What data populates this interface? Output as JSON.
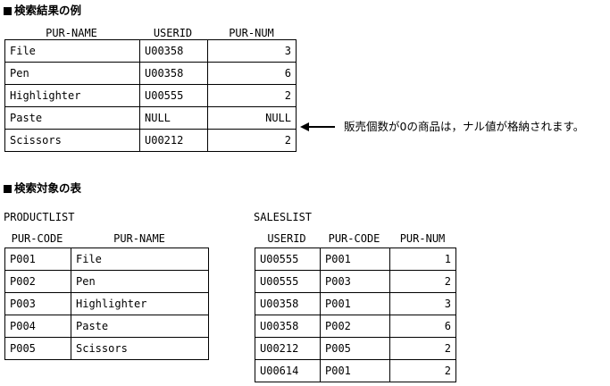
{
  "sections": {
    "result": {
      "heading": "検索結果の例",
      "marker_icon": "filled-square-bullet"
    },
    "source": {
      "heading": "検索対象の表",
      "marker_icon": "filled-square-bullet"
    }
  },
  "result_table": {
    "name": "",
    "columns": [
      "PUR-NAME",
      "USERID",
      "PUR-NUM"
    ],
    "rows": [
      {
        "pur_name": "File",
        "userid": "U00358",
        "pur_num": "3"
      },
      {
        "pur_name": "Pen",
        "userid": "U00358",
        "pur_num": "6"
      },
      {
        "pur_name": "Highlighter",
        "userid": "U00555",
        "pur_num": "2"
      },
      {
        "pur_name": "Paste",
        "userid": "NULL",
        "pur_num": "NULL"
      },
      {
        "pur_name": "Scissors",
        "userid": "U00212",
        "pur_num": "2"
      }
    ]
  },
  "annotation": {
    "arrow_icon": "left-arrow",
    "text": "販売個数が0の商品は，ナル値が格納されます。"
  },
  "productlist": {
    "name": "PRODUCTLIST",
    "columns": [
      "PUR-CODE",
      "PUR-NAME"
    ],
    "rows": [
      {
        "pur_code": "P001",
        "pur_name": "File"
      },
      {
        "pur_code": "P002",
        "pur_name": "Pen"
      },
      {
        "pur_code": "P003",
        "pur_name": "Highlighter"
      },
      {
        "pur_code": "P004",
        "pur_name": "Paste"
      },
      {
        "pur_code": "P005",
        "pur_name": "Scissors"
      }
    ]
  },
  "saleslist": {
    "name": "SALESLIST",
    "columns": [
      "USERID",
      "PUR-CODE",
      "PUR-NUM"
    ],
    "rows": [
      {
        "userid": "U00555",
        "pur_code": "P001",
        "pur_num": "1"
      },
      {
        "userid": "U00555",
        "pur_code": "P003",
        "pur_num": "2"
      },
      {
        "userid": "U00358",
        "pur_code": "P001",
        "pur_num": "3"
      },
      {
        "userid": "U00358",
        "pur_code": "P002",
        "pur_num": "6"
      },
      {
        "userid": "U00212",
        "pur_code": "P005",
        "pur_num": "2"
      },
      {
        "userid": "U00614",
        "pur_code": "P001",
        "pur_num": "2"
      }
    ]
  },
  "colors": {
    "ink": "#000000",
    "paper": "#ffffff"
  }
}
